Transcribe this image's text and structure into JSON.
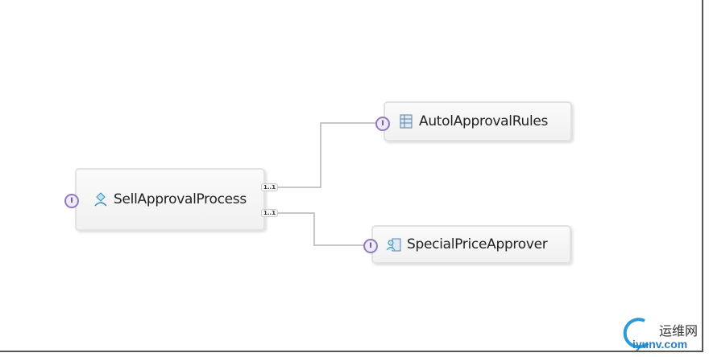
{
  "nodes": [
    {
      "label": "SellApprovalProcess",
      "icon": "process-icon"
    },
    {
      "label": "AutolApprovalRules",
      "icon": "rule-table-icon"
    },
    {
      "label": "SpecialPriceApprover",
      "icon": "human-task-icon"
    }
  ],
  "interface_marker": "I",
  "multiplicities": [
    "1..1",
    "1..1"
  ],
  "watermark": {
    "cn": "运维网",
    "domain": "iyunv.com"
  }
}
